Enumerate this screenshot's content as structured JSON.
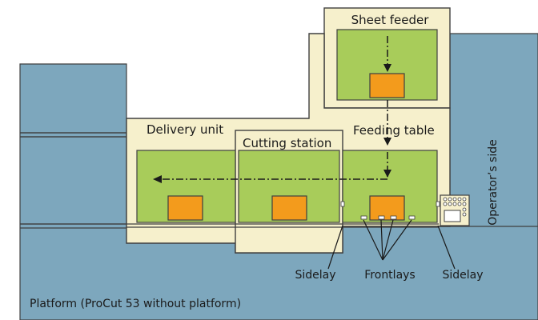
{
  "labels": {
    "sheet_feeder": "Sheet feeder",
    "delivery_unit": "Delivery unit",
    "cutting_station": "Cutting station",
    "feeding_table": "Feeding table",
    "operators_side": "Operator’s side",
    "sidelay_left": "Sidelay",
    "frontlays": "Frontlays",
    "sidelay_right": "Sidelay",
    "platform": "Platform (ProCut 53 without platform)"
  },
  "colors": {
    "platform": "#7da7bd",
    "cream": "#f6f0cc",
    "green": "#a8cc5a",
    "orange": "#f39b1c",
    "outline": "#3f3f3f"
  }
}
